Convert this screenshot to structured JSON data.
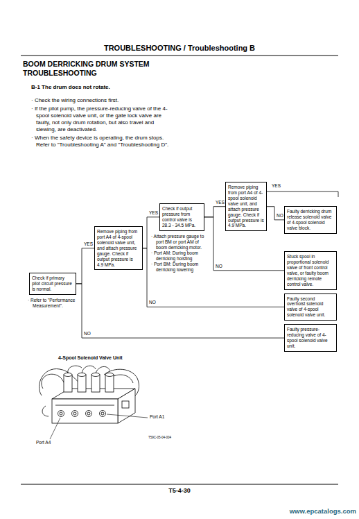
{
  "diagram": {
    "title": "TROUBLESHOOTING / Troubleshooting B",
    "nodes": [
      {
        "text": [
          "Check if primary pilot circuit pressure is normal."
        ]
      },
      {
        "text": [
          "Remove piping from port A4 of 4-spool solenoid valve unit, and attach pressure gauge. Check if output pressure is 4.9 MPa."
        ]
      },
      {
        "text": [
          "Check if output pressure from control valve is 28.3 - 34.5 MPa."
        ]
      },
      {
        "text": [
          "Remove piping from port A4 of 4-spool solenoid valve unit, and attach pressure gauge. Check if output pressure is 4.9 MPa."
        ]
      },
      {
        "text": [
          "Faulty derricking drum release solenoid valve of 4-spool solenoid valve block."
        ]
      },
      {
        "text": [
          "Stuck spool in proportional solenoid valve of front control valve, or faulty boom derricking remote control valve."
        ]
      },
      {
        "text": [
          "Faulty second overhoist solenoid valve of 4-spool solenoid valve unit."
        ]
      },
      {
        "text": [
          "Faulty pressure-reducing valve of 4-spool solenoid valve unit."
        ]
      }
    ],
    "edges": [
      {
        "from": 0,
        "to": 1,
        "arrow": "none",
        "label": "YES"
      },
      {
        "from": 0,
        "to": 7,
        "arrow": "none",
        "label": "NO"
      },
      {
        "from": 1,
        "to": 2,
        "arrow": "none",
        "label": "YES"
      },
      {
        "from": 1,
        "to": 6,
        "arrow": "none",
        "label": "NO"
      },
      {
        "from": 2,
        "to": 3,
        "arrow": "none",
        "label": "YES"
      },
      {
        "from": 2,
        "to": 5,
        "arrow": "none",
        "label": "NO"
      },
      {
        "from": 3,
        "to": 4,
        "arrow": "none",
        "label": "NO"
      }
    ],
    "labels": [
      "BOOM DERRICKING DRUM SYSTEM TROUBLESHOOTING",
      "B-1 The drum does not rotate.",
      "· Check the wiring connections first.",
      "· If the pilot pump, the pressure-reducing valve of the 4-spool solenoid valve unit, or the gate lock valve are faulty, not only drum rotation, but also travel and slewing, are deactivated.",
      "· When the safety device is operating, the drum stops. Refer to \"Troubleshooting A\" and \"Troubleshooting D\".",
      "· Refer to \"Performance Measurement\".",
      "· Attach pressure gauge to port BM or port AM of boom derricking motor.",
      "· Port AM: During boom derricking hoisting",
      "· Port BM: During boom derricking lowering",
      "YES",
      "4-Spool Solenoid Valve Unit",
      "Port A1",
      "Port A4",
      "T59C-05-04-004",
      "T5-4-30",
      "www.epcatalogs.com"
    ]
  }
}
